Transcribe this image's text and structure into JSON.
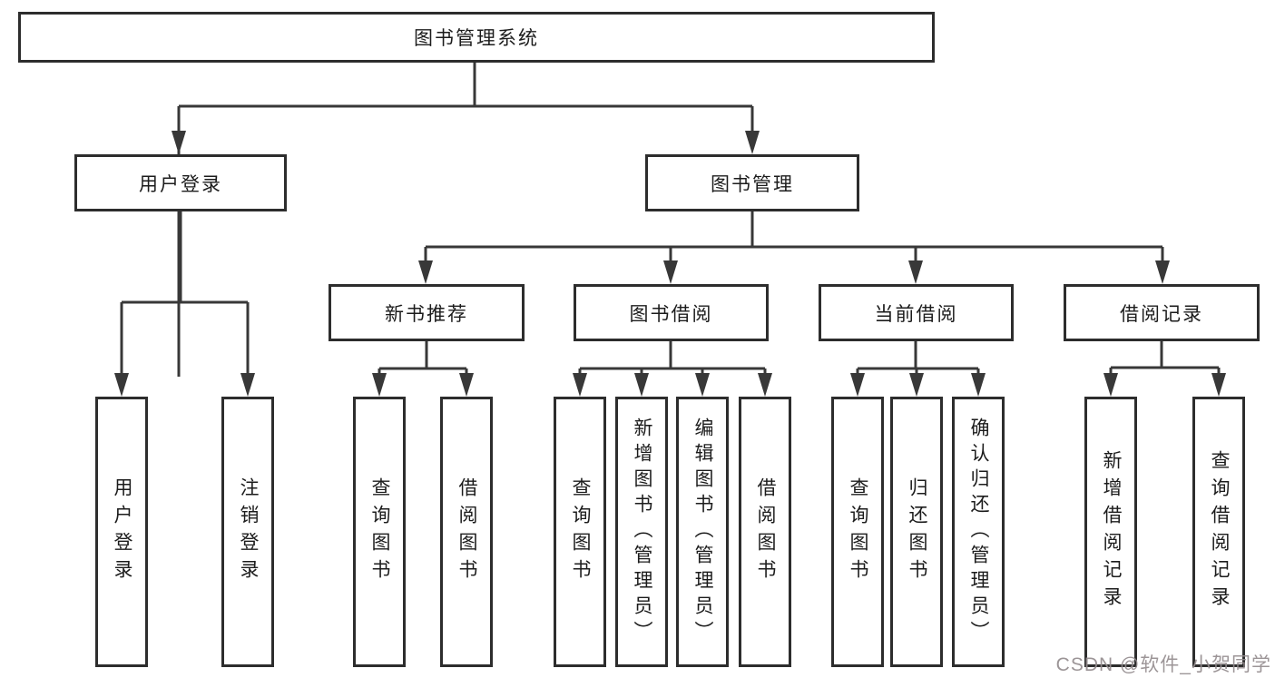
{
  "title": "图书管理系统",
  "watermark": {
    "text": "CSDN @软件_小贺同学"
  },
  "colors": {
    "line": "#383838",
    "box_border": "#2d2d2d",
    "text": "#1c1c1c",
    "background": "#ffffff",
    "watermark": "#948c8e"
  },
  "labels": {
    "root": "图书管理系统",
    "user_login": "用户登录",
    "book_management": "图书管理",
    "login_leaf": "用户登录",
    "logout_leaf": "注销登录",
    "new_book_recommend": "新书推荐",
    "book_borrow": "图书借阅",
    "current_borrow": "当前借阅",
    "borrow_record": "借阅记录",
    "nb_query_book": "查询图书",
    "nb_borrow_book": "借阅图书",
    "bb_query_book": "查询图书",
    "bb_add_book": "新增图书（管理员）",
    "bb_edit_book": "编辑图书（管理员）",
    "bb_borrow_book": "借阅图书",
    "cb_query_book": "查询图书",
    "cb_return_book": "归还图书",
    "cb_confirm_return": "确认归还（管理员）",
    "br_add_record": "新增借阅记录",
    "br_query_record": "查询借阅记录"
  }
}
